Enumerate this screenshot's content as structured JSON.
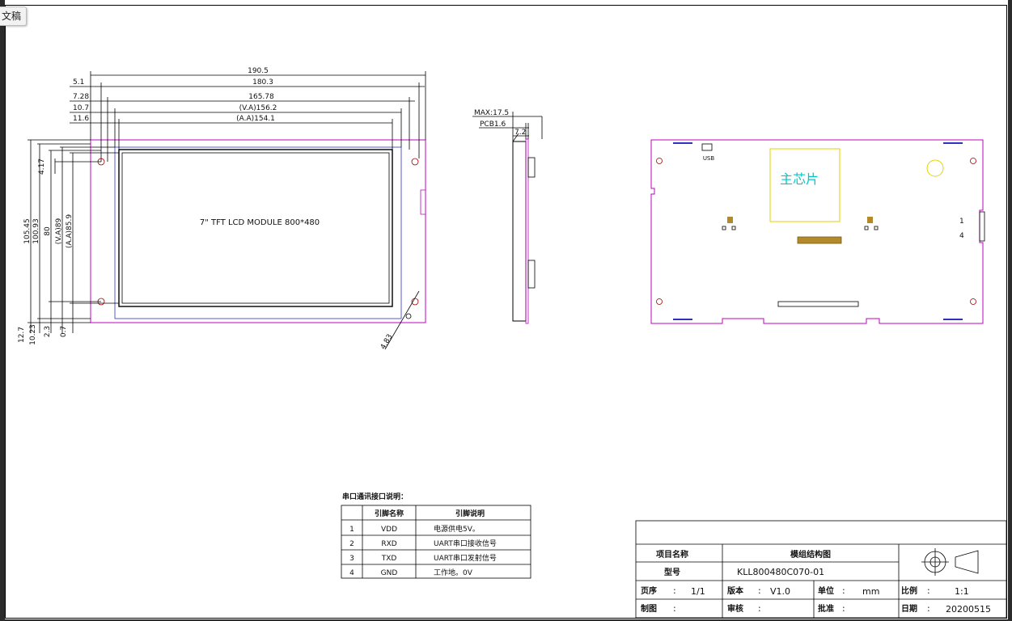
{
  "tab": {
    "label": "文稿"
  },
  "front_view": {
    "dims_top": [
      "190.5",
      "180.3",
      "165.78",
      "(V.A)156.2",
      "(A.A)154.1"
    ],
    "dims_top_left": [
      "5.1",
      "7.28",
      "10.7",
      "11.6"
    ],
    "dims_left": [
      "105.45",
      "100.93",
      "80",
      "(V.A)89",
      "(A.A)85.9"
    ],
    "dims_left_small": "4.17",
    "dims_bottom": [
      "12.7",
      "10.23",
      "2.3",
      "0.7"
    ],
    "hole_dim": "4.83",
    "module_label": "7\" TFT LCD MODULE 800*480"
  },
  "side_view": {
    "max_label": "MAX:17.5",
    "pcb_label": "PCB1.6",
    "gap_label": "7.2"
  },
  "back_view": {
    "usb_label": "USB",
    "chip_label": "主芯片",
    "connector_pin_1": "1",
    "connector_pin_4": "4"
  },
  "pin_table": {
    "title": "串口通讯接口说明：",
    "headers": [
      "",
      "引脚名称",
      "引脚说明"
    ],
    "rows": [
      [
        "1",
        "VDD",
        "电源供电5V。"
      ],
      [
        "2",
        "RXD",
        "UART串口接收信号"
      ],
      [
        "3",
        "TXD",
        "UART串口发射信号"
      ],
      [
        "4",
        "GND",
        "工作地。0V"
      ]
    ]
  },
  "title_block": {
    "project_label": "项目名称",
    "project_value": "模组结构图",
    "model_label": "型号",
    "model_value": "KLL800480C070-01",
    "page_label": "页序",
    "page_value": "1/1",
    "version_label": "版本",
    "version_value": "V1.0",
    "unit_label": "单位",
    "unit_value": "mm",
    "scale_label": "比例",
    "scale_value": "1:1",
    "drawn_label": "制图",
    "check_label": "审核",
    "approve_label": "批准",
    "date_label": "日期",
    "date_value": "20200515",
    "colon": ":"
  }
}
